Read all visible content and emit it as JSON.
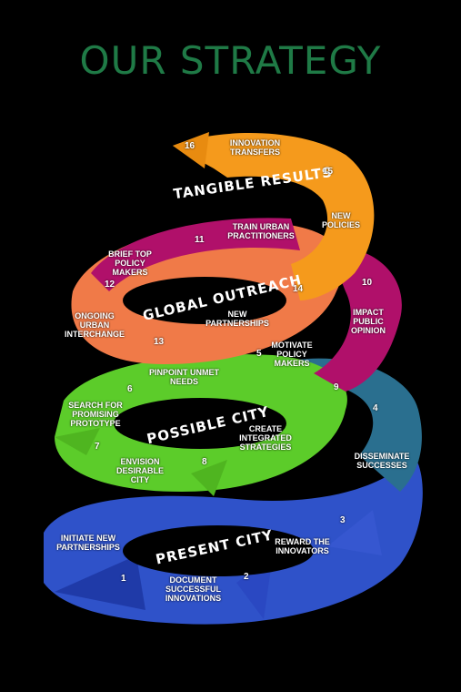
{
  "title": "OUR STRATEGY",
  "rings": {
    "present_city": "PRESENT CITY",
    "possible_city": "POSSIBLE CITY",
    "global_outreach": "GLOBAL OUTREACH",
    "tangible_results": "TANGIBLE RESULTS"
  },
  "steps": [
    {
      "n": "1",
      "label": "INITIATE NEW PARTNERSHIPS"
    },
    {
      "n": "2",
      "label": "DOCUMENT SUCCESSFUL INNOVATIONS"
    },
    {
      "n": "3",
      "label": "REWARD THE INNOVATORS"
    },
    {
      "n": "4",
      "label": "DISSEMINATE SUCCESSES"
    },
    {
      "n": "5",
      "label": "MOTIVATE POLICY MAKERS"
    },
    {
      "n": "6",
      "label": "PINPOINT UNMET NEEDS"
    },
    {
      "n": "7",
      "label": "SEARCH FOR PROMISING PROTOTYPE"
    },
    {
      "n": "8",
      "label": "ENVISION DESIRABLE CITY"
    },
    {
      "n": "9",
      "label": "CREATE INTEGRATED STRATEGIES"
    },
    {
      "n": "10",
      "label": "IMPACT PUBLIC OPINION"
    },
    {
      "n": "11",
      "label": "TRAIN URBAN PRACTITIONERS"
    },
    {
      "n": "12",
      "label": "BRIEF TOP POLICY MAKERS"
    },
    {
      "n": "13",
      "label": "ONGOING URBAN INTERCHANGE"
    },
    {
      "n": "14",
      "label": "NEW PARTNERSHIPS"
    },
    {
      "n": "15",
      "label": "NEW POLICIES"
    },
    {
      "n": "16",
      "label": "INNOVATION TRANSFERS"
    }
  ],
  "colors": {
    "title": "#1f7a46",
    "blue": "#2f52c9",
    "teal": "#2a6f8f",
    "green": "#5ccc2a",
    "magenta": "#b0106a",
    "salmon": "#f07a48",
    "orange": "#f59a1c"
  }
}
